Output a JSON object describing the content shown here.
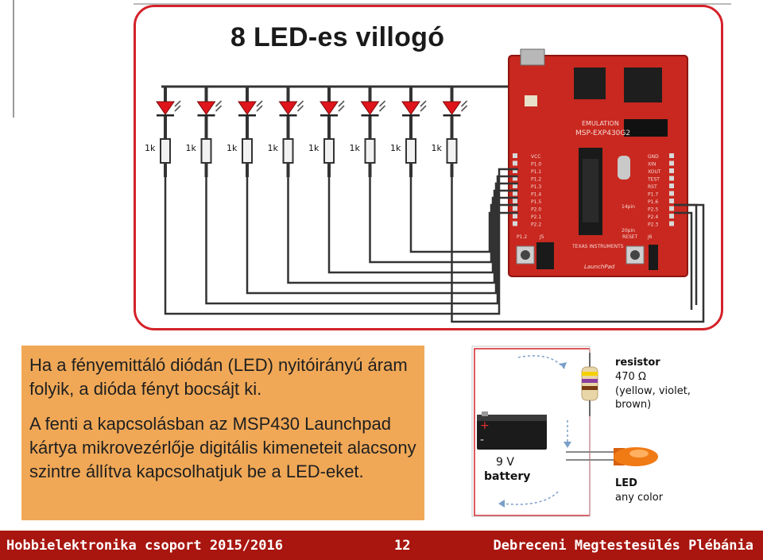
{
  "slide": {
    "title": "8 LED-es villogó",
    "paragraph1": "Ha a fényemittáló diódán (LED) nyitóirányú áram folyik, a dióda fényt bocsájt ki.",
    "paragraph2": "A fenti a kapcsolásban az MSP430 Launchpad kártya mikrovezérlője digitális kimeneteit alacsony szintre állítva kapcsolhatjuk be a LED-eket."
  },
  "schematic": {
    "resistor_label": "1k",
    "led_count": 8,
    "board_labels": {
      "emulation": "EMULATION",
      "model": "MSP-EXP430G2",
      "left_pins": [
        "VCC",
        "P1.0",
        "P1.1",
        "P1.2",
        "P1.3",
        "P1.4",
        "P1.5",
        "P2.0",
        "P2.1",
        "P2.2"
      ],
      "right_pins": [
        "GND",
        "XIN",
        "XOUT",
        "TEST",
        "RST",
        "P1.7",
        "P1.6",
        "P2.5",
        "P2.4",
        "P2.3"
      ],
      "pin_14": "14pin",
      "pin_20": "20pin",
      "j5": "J5",
      "reset": "RESET",
      "j6": "J6",
      "p1_2": "P1.2",
      "texas": "TEXAS INSTRUMENTS",
      "launchpad": "LaunchPad"
    }
  },
  "circuit_diagram": {
    "resistor_title": "resistor",
    "resistor_value": "470 Ω",
    "resistor_colors": "(yellow, violet, brown)",
    "battery_value": "9 V",
    "battery_label": "battery",
    "plus": "+",
    "minus": "-",
    "led_title": "LED",
    "led_desc": "any color"
  },
  "footer": {
    "left": "Hobbielektronika csoport 2015/2016",
    "page": "12",
    "right": "Debreceni Megtestesülés Plébánia"
  },
  "colors": {
    "frame": "#d4222a",
    "board": "#c8281f",
    "text_box": "#f0a857",
    "footer": "#a8160f",
    "led": "#e0141b"
  }
}
